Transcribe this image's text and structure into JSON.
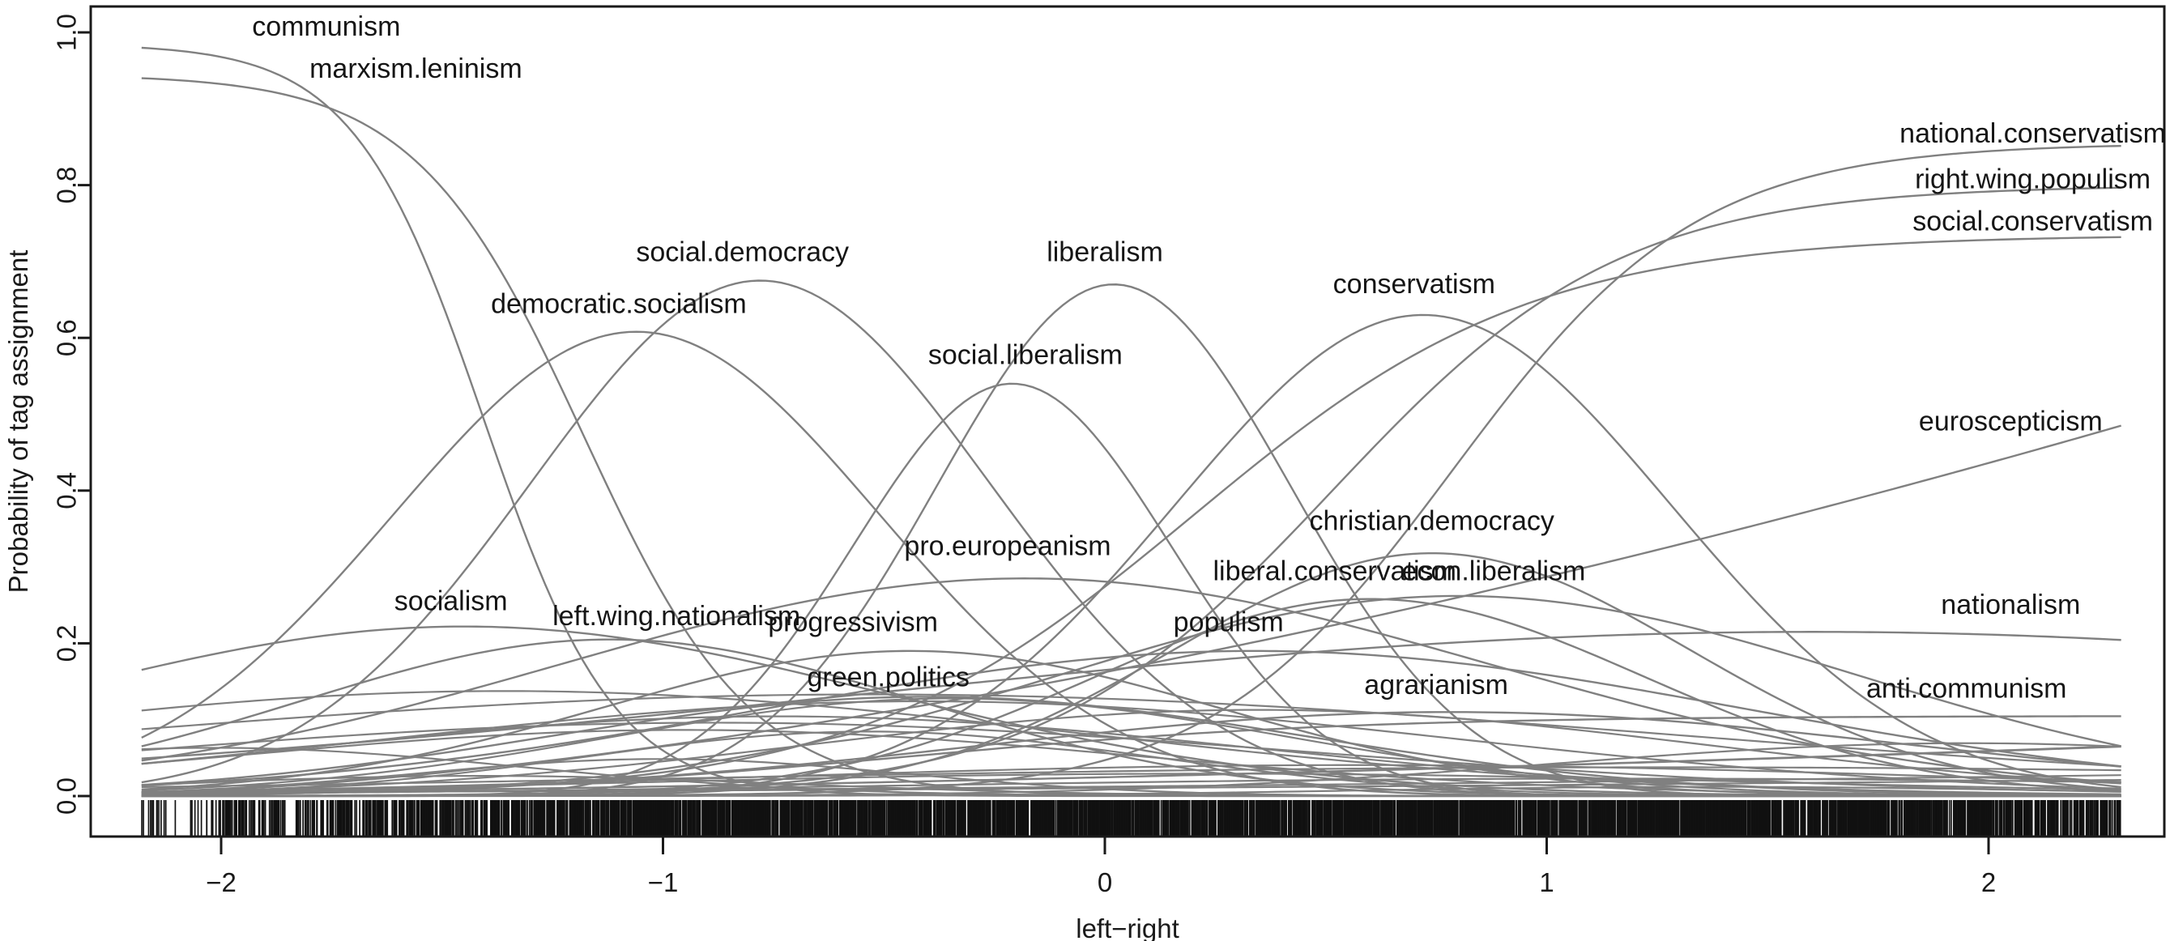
{
  "chart_data": {
    "type": "line",
    "title": "",
    "xlabel": "left−right",
    "ylabel": "Probability of tag assignment",
    "xlim": [
      -2.18,
      2.3
    ],
    "ylim": [
      0.0,
      1.0
    ],
    "grid": false,
    "legend": "none (curves labelled inline)",
    "x_ticks": [
      -2,
      -1,
      0,
      1,
      2
    ],
    "x_tick_labels": [
      "−2",
      "−1",
      "0",
      "1",
      "2"
    ],
    "y_ticks": [
      0.0,
      0.2,
      0.4,
      0.6,
      0.8,
      1.0
    ],
    "y_tick_labels": [
      "0.0",
      "0.2",
      "0.4",
      "0.6",
      "0.8",
      "1.0"
    ],
    "line_color": "#808080",
    "rug_color": "#111111",
    "axis_color": "#1a1a1a",
    "description": "Multinomial/logistic smooths: probability of each party tag being assigned as a function of the left-right scale, with a rug of observed party positions along the bottom.",
    "series": [
      {
        "name": "communism",
        "shape": "monotone-decreasing",
        "y_at_xmin": 0.985,
        "peak_x": -2.18,
        "peak_y": 0.985,
        "label_x": -1.93,
        "label_y": 0.985,
        "anchor": "start",
        "curve_kind": "sigmoid_down",
        "width": 0.62
      },
      {
        "name": "marxism.leninism",
        "shape": "monotone-decreasing",
        "y_at_xmin": 0.945,
        "peak_x": -2.18,
        "peak_y": 0.945,
        "label_x": -1.8,
        "label_y": 0.93,
        "anchor": "start",
        "curve_kind": "sigmoid_down",
        "width": 0.8
      },
      {
        "name": "socialism",
        "shape": "bell",
        "peak_x": -1.45,
        "peak_y": 0.222,
        "label_x": -1.48,
        "label_y": 0.233,
        "anchor": "middle",
        "curve_kind": "gauss",
        "width": 0.95
      },
      {
        "name": "left.wing.nationalism",
        "shape": "bell",
        "peak_x": -1.12,
        "peak_y": 0.205,
        "label_x": -1.25,
        "label_y": 0.213,
        "anchor": "start",
        "curve_kind": "gauss",
        "width": 0.7
      },
      {
        "name": "democratic.socialism",
        "shape": "bell",
        "peak_x": -1.06,
        "peak_y": 0.608,
        "label_x": -1.1,
        "label_y": 0.622,
        "anchor": "middle",
        "curve_kind": "gauss",
        "width": 0.55
      },
      {
        "name": "social.democracy",
        "shape": "bell",
        "peak_x": -0.78,
        "peak_y": 0.675,
        "label_x": -0.82,
        "label_y": 0.69,
        "anchor": "middle",
        "curve_kind": "gauss",
        "width": 0.52
      },
      {
        "name": "progressivism",
        "shape": "bell",
        "peak_x": -0.44,
        "peak_y": 0.19,
        "label_x": -0.57,
        "label_y": 0.205,
        "anchor": "middle",
        "curve_kind": "gauss",
        "width": 0.7
      },
      {
        "name": "green.politics",
        "shape": "bell",
        "peak_x": -0.4,
        "peak_y": 0.13,
        "label_x": -0.49,
        "label_y": 0.133,
        "anchor": "middle",
        "curve_kind": "gauss",
        "width": 0.85
      },
      {
        "name": "pro.europeanism",
        "shape": "bell",
        "peak_x": -0.18,
        "peak_y": 0.285,
        "label_x": -0.22,
        "label_y": 0.305,
        "anchor": "middle",
        "curve_kind": "gauss",
        "width": 1.05
      },
      {
        "name": "social.liberalism",
        "shape": "bell",
        "peak_x": -0.21,
        "peak_y": 0.54,
        "label_x": -0.18,
        "label_y": 0.555,
        "anchor": "middle",
        "curve_kind": "gauss",
        "width": 0.36
      },
      {
        "name": "liberalism",
        "shape": "bell",
        "peak_x": 0.02,
        "peak_y": 0.67,
        "label_x": 0.0,
        "label_y": 0.69,
        "anchor": "middle",
        "curve_kind": "gauss",
        "width": 0.4
      },
      {
        "name": "populism",
        "shape": "bell",
        "peak_x": 0.34,
        "peak_y": 0.19,
        "label_x": 0.28,
        "label_y": 0.205,
        "anchor": "middle",
        "curve_kind": "gauss",
        "width": 1.1
      },
      {
        "name": "liberal.conservatism",
        "shape": "bell",
        "peak_x": 0.6,
        "peak_y": 0.258,
        "label_x": 0.52,
        "label_y": 0.272,
        "anchor": "middle",
        "curve_kind": "gauss",
        "width": 0.62
      },
      {
        "name": "econ.liberalism",
        "shape": "bell",
        "peak_x": 0.8,
        "peak_y": 0.262,
        "label_x": 0.88,
        "label_y": 0.272,
        "anchor": "middle",
        "curve_kind": "gauss",
        "width": 0.9
      },
      {
        "name": "christian.democracy",
        "shape": "bell",
        "peak_x": 0.74,
        "peak_y": 0.318,
        "label_x": 0.74,
        "label_y": 0.338,
        "anchor": "middle",
        "curve_kind": "gauss",
        "width": 0.58
      },
      {
        "name": "conservatism",
        "shape": "bell",
        "peak_x": 0.72,
        "peak_y": 0.63,
        "label_x": 0.7,
        "label_y": 0.648,
        "anchor": "middle",
        "curve_kind": "gauss",
        "width": 0.56
      },
      {
        "name": "agrarianism",
        "shape": "bell",
        "peak_x": 0.78,
        "peak_y": 0.11,
        "label_x": 0.75,
        "label_y": 0.123,
        "anchor": "middle",
        "curve_kind": "gauss",
        "width": 1.05
      },
      {
        "name": "national.conservatism",
        "shape": "monotone-increasing",
        "peak_x": 2.3,
        "peak_y": 0.855,
        "label_x": 2.1,
        "label_y": 0.845,
        "anchor": "middle",
        "curve_kind": "sigmoid_up",
        "width": 0.72
      },
      {
        "name": "right.wing.populism",
        "shape": "monotone-increasing",
        "peak_x": 2.3,
        "peak_y": 0.8,
        "label_x": 2.1,
        "label_y": 0.785,
        "anchor": "middle",
        "curve_kind": "sigmoid_up",
        "width": 0.85
      },
      {
        "name": "social.conservatism",
        "shape": "monotone-increasing",
        "peak_x": 2.3,
        "peak_y": 0.735,
        "label_x": 2.1,
        "label_y": 0.73,
        "anchor": "middle",
        "curve_kind": "sigmoid_up",
        "width": 1.0
      },
      {
        "name": "euroscepticism",
        "shape": "monotone-increasing",
        "peak_x": 2.3,
        "peak_y": 0.48,
        "label_x": 2.05,
        "label_y": 0.468,
        "anchor": "middle",
        "curve_kind": "linear_up",
        "width": 1.6
      },
      {
        "name": "nationalism",
        "shape": "broad-plateau",
        "peak_x": 1.6,
        "peak_y": 0.215,
        "label_x": 2.05,
        "label_y": 0.228,
        "anchor": "middle",
        "curve_kind": "gauss",
        "width": 2.2
      },
      {
        "name": "anti.communism",
        "shape": "monotone-increasing",
        "peak_x": 2.3,
        "peak_y": 0.105,
        "label_x": 1.95,
        "label_y": 0.118,
        "anchor": "middle",
        "curve_kind": "sigmoid_up",
        "width": 1.3
      }
    ],
    "unlabelled_background_curves": 22,
    "rug": {
      "present": true,
      "axis": "x",
      "note": "dense black tick marks of observed party positions along the bottom axis; sparse below −1.3, very dense between −0.6 and 1.6"
    }
  },
  "axes": {
    "y_title": "Probability of tag assignment",
    "x_title": "left−right"
  }
}
